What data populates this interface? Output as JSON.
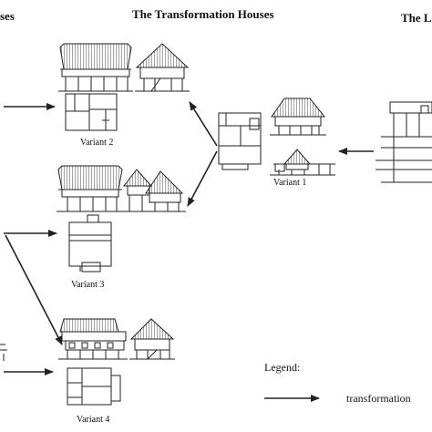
{
  "headers": {
    "left_partial": "ses",
    "center": "The Transformation Houses",
    "right_partial": "The L"
  },
  "variants": {
    "v1": "Variant 1",
    "v2": "Variant 2",
    "v3": "Variant 3",
    "v4": "Variant 4"
  },
  "legend": {
    "title": "Legend:",
    "arrow_label": "transformation"
  },
  "colors": {
    "line": "#222222",
    "roof_hatch": "#555555",
    "background": "#ffffff"
  }
}
